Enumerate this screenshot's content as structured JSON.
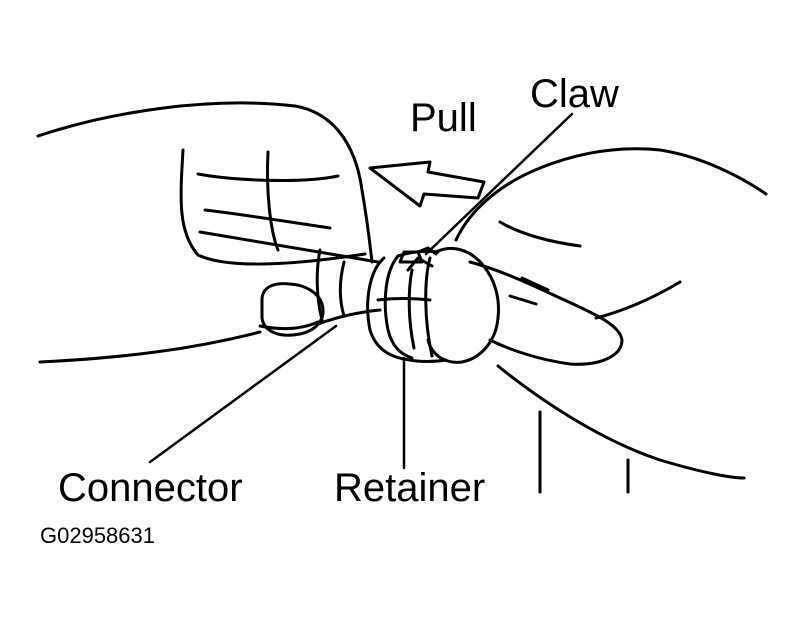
{
  "labels": {
    "pull": "Pull",
    "claw": "Claw",
    "connector": "Connector",
    "retainer": "Retainer",
    "figure_id": "G02958631"
  },
  "colors": {
    "ink": "#000000",
    "paper": "#ffffff"
  }
}
